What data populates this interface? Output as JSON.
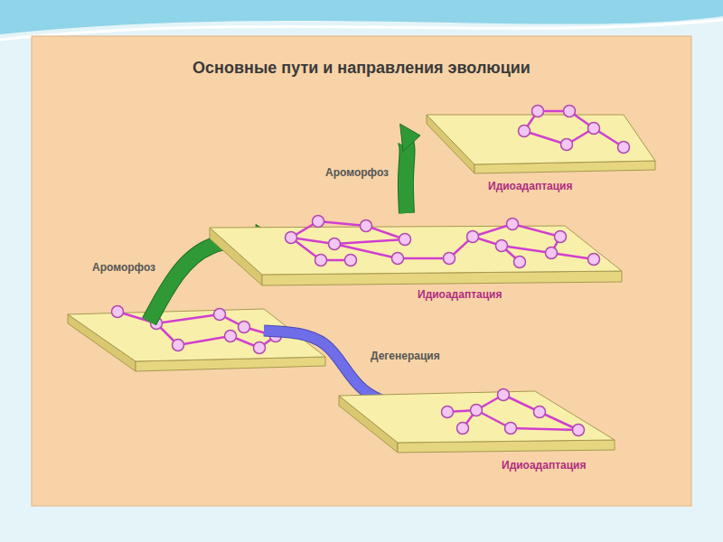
{
  "diagram": {
    "title": "Основные пути и направления эволюции",
    "nodes": [
      {
        "text": [
          "Идиоадаптация"
        ]
      },
      {
        "text": [
          "Идиоадаптация"
        ]
      },
      {
        "text": [
          "Идиоадаптация"
        ]
      }
    ],
    "edges": [
      {
        "from": 1,
        "to": 0,
        "label": "Ароморфоз",
        "arrow": "to"
      }
    ],
    "labels": [
      "Ароморфоз",
      "Дегенерация"
    ]
  }
}
